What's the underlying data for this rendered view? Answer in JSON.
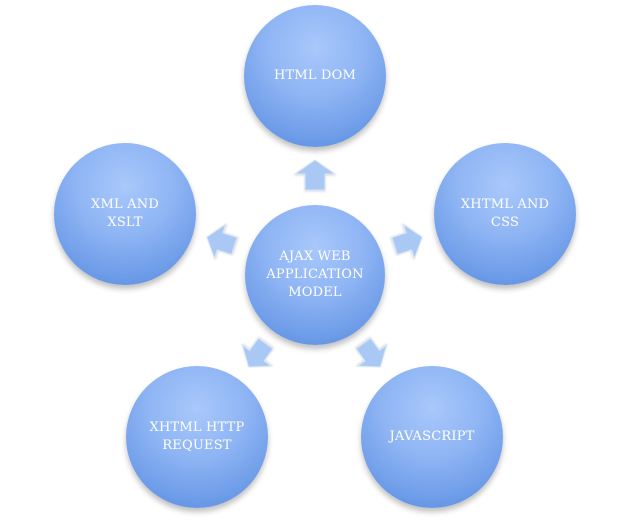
{
  "diagram": {
    "center": {
      "label": "AJAX WEB\nAPPLICATION\nMODEL"
    },
    "nodes": [
      {
        "key": "top",
        "label": "HTML DOM"
      },
      {
        "key": "right",
        "label": "XHTML AND\nCSS"
      },
      {
        "key": "bottom_right",
        "label": "JAVASCRIPT"
      },
      {
        "key": "bottom_left",
        "label": "XHTML HTTP\nREQUEST"
      },
      {
        "key": "left",
        "label": "XML AND\nXSLT"
      }
    ],
    "colors": {
      "node_fill": "#8fb5f4",
      "node_edge": "#4f84dc",
      "arrow_fill": "#a9c8f3",
      "text": "#ffffff"
    }
  }
}
